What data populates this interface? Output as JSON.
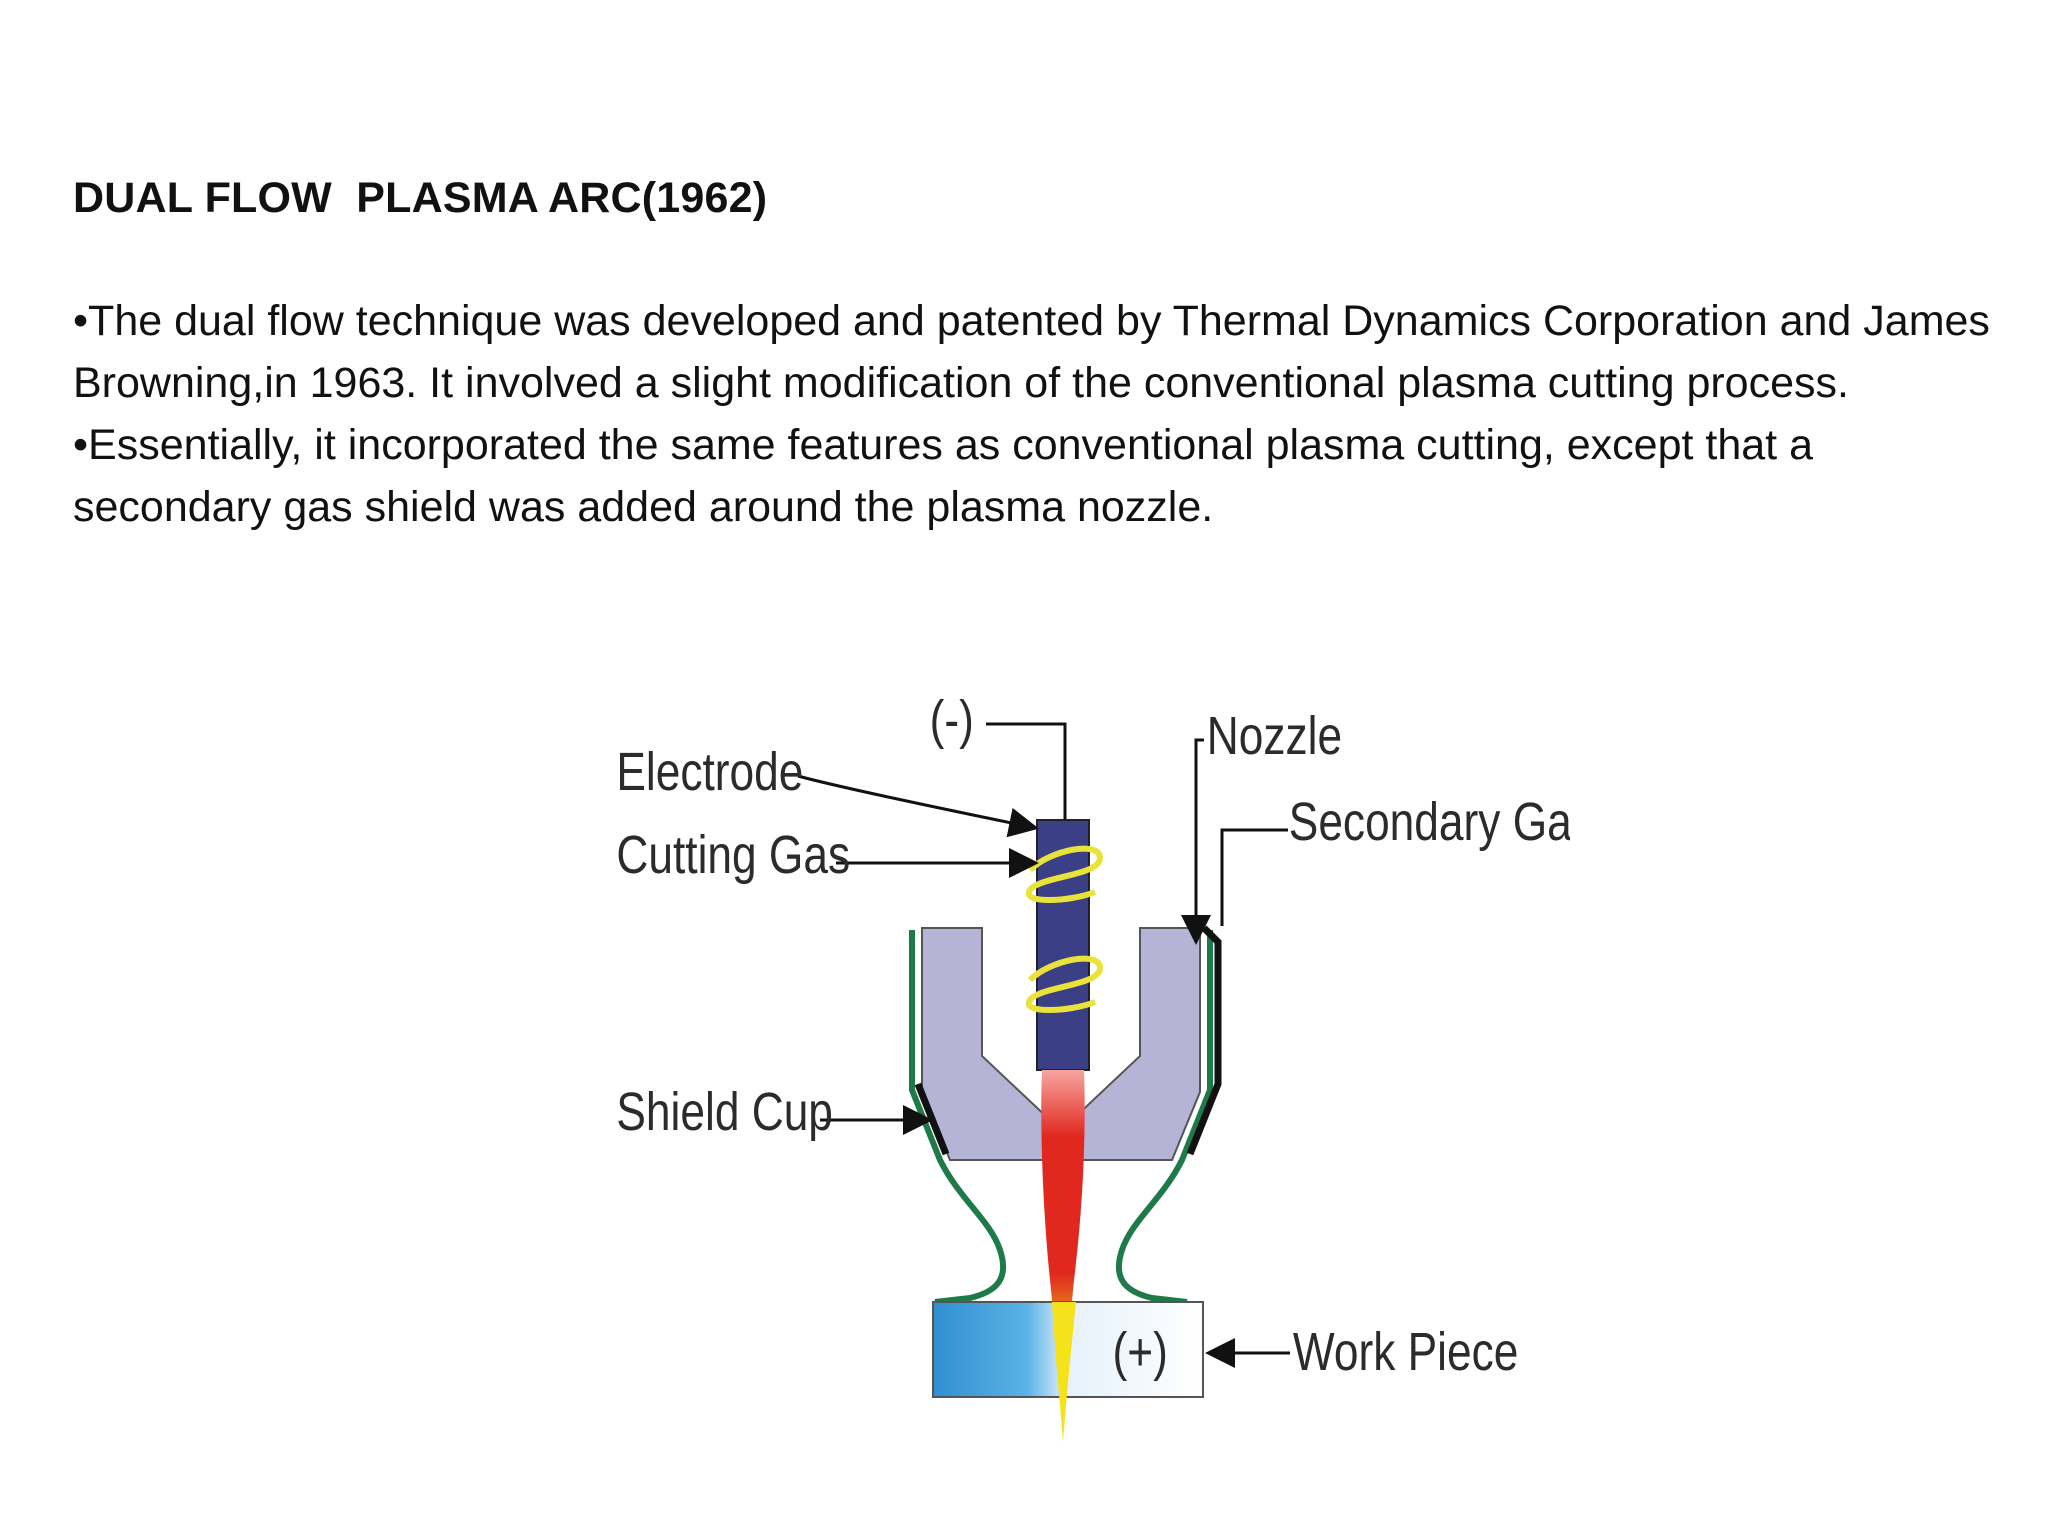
{
  "slide": {
    "title": "DUAL FLOW  PLASMA ARC(1962)",
    "bullets": [
      "•The dual flow technique was developed and patented by Thermal Dynamics Corporation and James Browning,in 1963. It involved a slight modification of the conventional plasma cutting process.",
      "•Essentially, it incorporated the same features as conventional plasma cutting, except that a secondary gas shield was added around the plasma nozzle."
    ]
  },
  "diagram": {
    "labels": {
      "electrode": "Electrode",
      "cutting_gas": "Cutting Gas",
      "negative": "(-)",
      "nozzle": "Nozzle",
      "secondary_gas": "Secondary Ga:",
      "shield_cup": "Shield Cup",
      "positive": "(+)",
      "work_piece": "Work Piece"
    },
    "colors": {
      "electrode": "#3b3f86",
      "coil": "#e8e23a",
      "nozzle": "#b6b4d6",
      "shield_line": "#1f7a4a",
      "flame_red": "#e0281e",
      "flame_yellow": "#f5e21a",
      "workpiece_blue": "#3a9bd6",
      "workpiece_light": "#e6f1fb"
    }
  }
}
